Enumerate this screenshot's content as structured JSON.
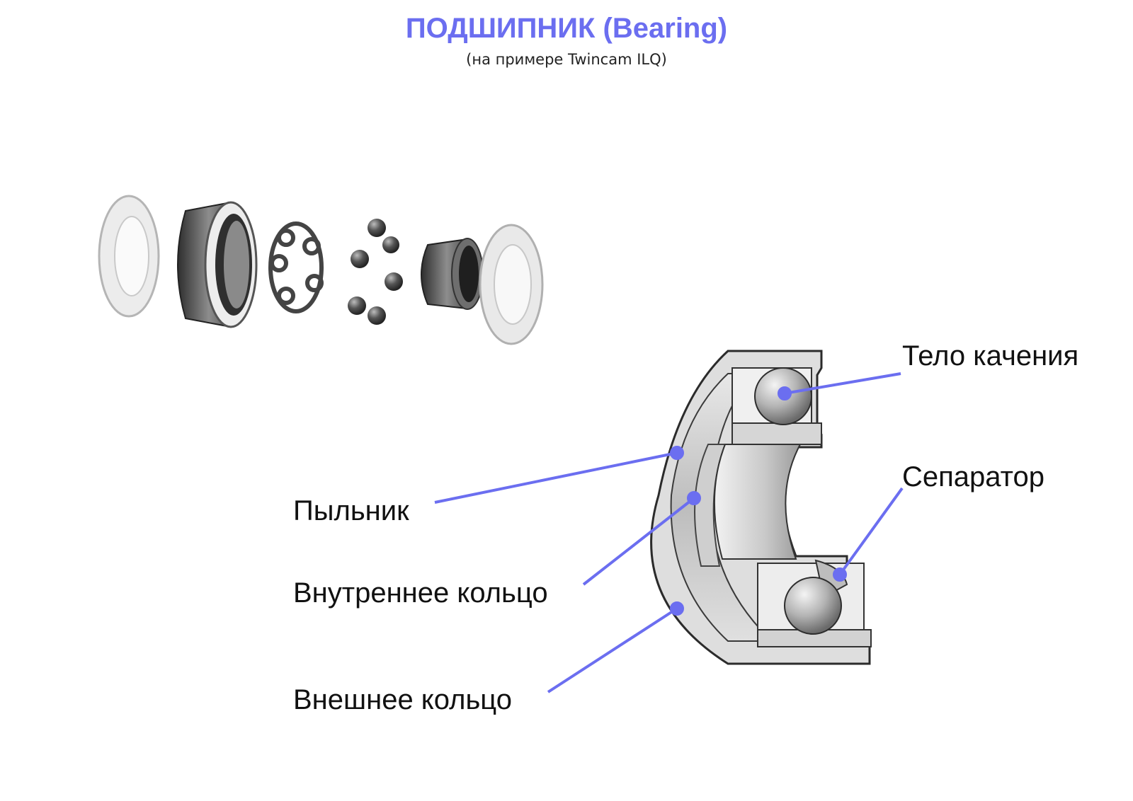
{
  "header": {
    "title": "ПОДШИПНИК (Bearing)",
    "subtitle": "(на примере Twincam ILQ)"
  },
  "callouts": {
    "rolling_element": "Тело качения",
    "cage": "Сепаратор",
    "shield": "Пыльник",
    "inner_ring": "Внутреннее кольцо",
    "outer_ring": "Внешнее кольцо"
  },
  "colors": {
    "accent": "#6b6ef0",
    "leader": "#6b6ef0",
    "metal_light": "#dcdcdc",
    "metal_mid": "#a9a9a9",
    "metal_dark": "#4a4a4a"
  }
}
